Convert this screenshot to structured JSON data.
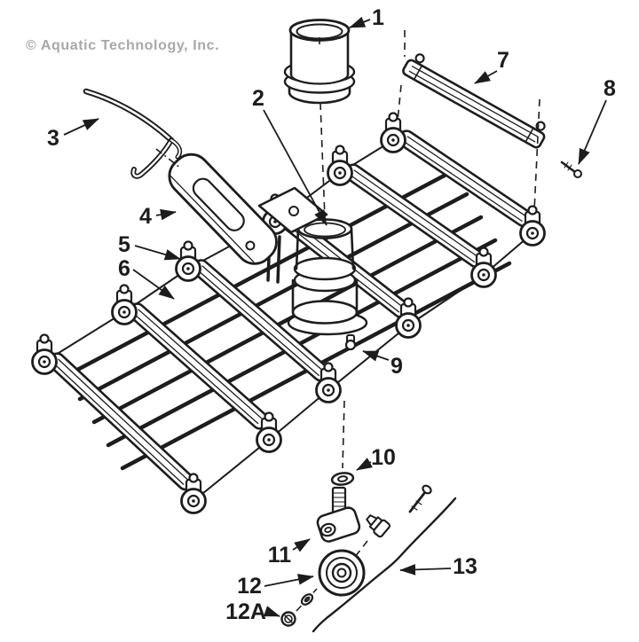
{
  "watermark": {
    "text": "© Aquatic Technology, Inc."
  },
  "diagram": {
    "type": "exploded-parts-line-drawing",
    "colors": {
      "background": "#ffffff",
      "line": "#1d1d1d",
      "watermark": "#a8a8a8",
      "callout_text": "#1c1c1c"
    },
    "callouts": [
      {
        "label": "1"
      },
      {
        "label": "2"
      },
      {
        "label": "3"
      },
      {
        "label": "4"
      },
      {
        "label": "5"
      },
      {
        "label": "6"
      },
      {
        "label": "7"
      },
      {
        "label": "8"
      },
      {
        "label": "9"
      },
      {
        "label": "10"
      },
      {
        "label": "11"
      },
      {
        "label": "12"
      },
      {
        "label": "12A"
      },
      {
        "label": "13"
      }
    ]
  }
}
